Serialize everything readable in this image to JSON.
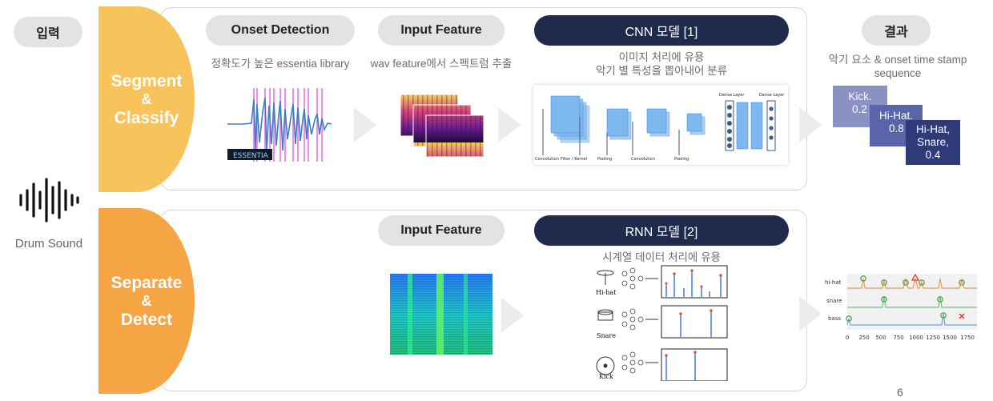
{
  "input": {
    "pill": "입력",
    "icon": "sound-wave-icon",
    "drum_label": "Drum Sound"
  },
  "colors": {
    "segment": "#f8c35a",
    "separate": "#f5a544",
    "dark_pill": "#1f2a4d",
    "box1": "#8b91c3",
    "box2": "#5a64a8",
    "box3": "#2f3a78"
  },
  "segment": {
    "label_top": "Segment",
    "label_amp": "&",
    "label_bottom": "Classify",
    "onset_pill": "Onset Detection",
    "onset_caption": "정확도가 높은 essentia library",
    "essentia_logo": "ESSENTIA",
    "feature_pill": "Input Feature",
    "feature_caption": "wav feature에서 스펙트럼 추출",
    "model_pill": "CNN 모델 [1]",
    "model_caption_1": "이미지 처리에 유용",
    "model_caption_2": "악기 별 특성을 뽑아내어 분류",
    "cnn_labels": [
      "Convolution",
      "Filter / Kernel",
      "Pooling",
      "Convolution",
      "Pooling",
      "Dense Layer",
      "Dense Layer"
    ]
  },
  "result": {
    "pill": "결과",
    "caption_1": "악기 요소  & onset time stamp",
    "caption_2": "sequence",
    "boxes": [
      {
        "line1": "Kick.",
        "line2": "0.2"
      },
      {
        "line1": "Hi-Hat.",
        "line2": "0.8"
      },
      {
        "line1": "Hi-Hat,",
        "line2": "Snare,",
        "line3": "0.4"
      }
    ]
  },
  "separate": {
    "label_top": "Separate",
    "label_amp": "&",
    "label_bottom": "Detect",
    "feature_pill": "Input Feature",
    "model_pill": "RNN 모델 [2]",
    "model_caption": "시계열 데이터 처리에 유용",
    "instruments": [
      "Hi-hat",
      "Snare",
      "Kick"
    ],
    "track_labels": [
      "hi-hat",
      "snare",
      "bass"
    ],
    "ticks": [
      "0",
      "250",
      "500",
      "750",
      "1000",
      "1250",
      "1500",
      "1750"
    ]
  },
  "page_number": "6"
}
